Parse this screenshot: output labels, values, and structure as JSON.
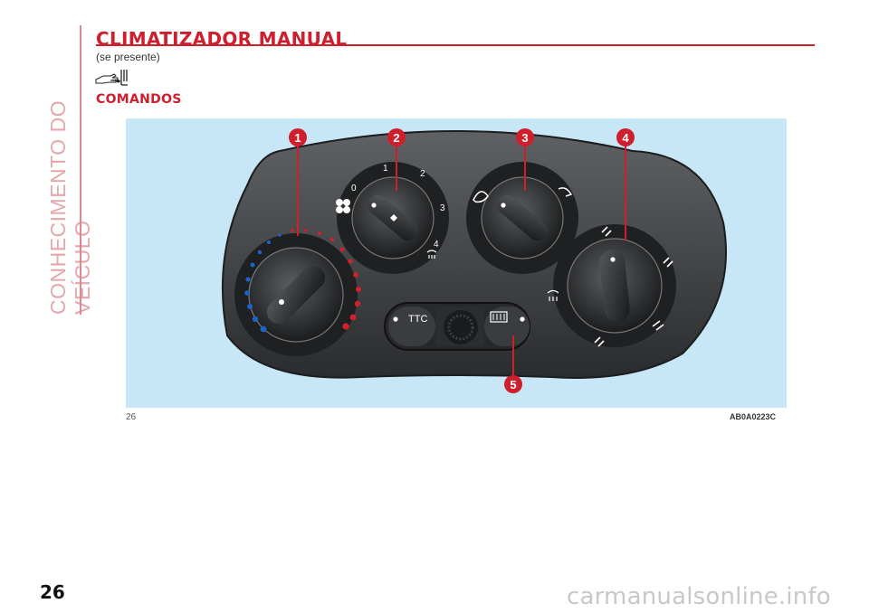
{
  "sidebar": {
    "section_title": "CONHECIMENTO DO VEÍCULO"
  },
  "header": {
    "title": "CLIMATIZADOR MANUAL",
    "subtitle": "(se presente)",
    "section": "COMANDOS"
  },
  "figure": {
    "callouts": [
      "1",
      "2",
      "3",
      "4",
      "5"
    ],
    "fan_scale": [
      "0",
      "1",
      "2",
      "3",
      "4"
    ],
    "button_label": "TTC",
    "page_ref": "26",
    "code": "AB0A0223C"
  },
  "footer": {
    "page_number": "26"
  },
  "watermark": "carmanualsonline.info",
  "colors": {
    "accent": "#cf1f2c",
    "sidebar": "#e6a6ab",
    "figure_bg": "#c7e6f6"
  },
  "icons": [
    "hand-icon",
    "fan-icon",
    "recirculation-icon",
    "rear-defrost-icon",
    "windshield-defrost-icon",
    "airflow-face-icon",
    "airflow-feet-icon"
  ]
}
